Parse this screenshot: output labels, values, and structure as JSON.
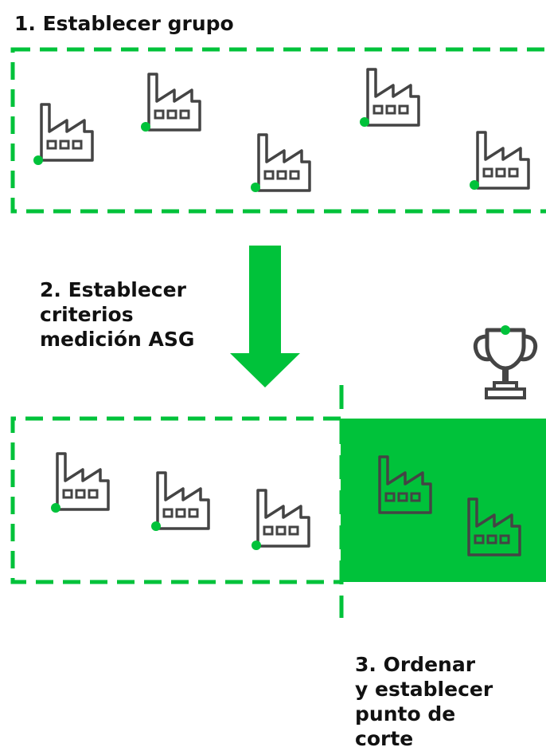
{
  "steps": {
    "step1": {
      "label": "1. Establecer grupo"
    },
    "step2": {
      "lines": [
        "2. Establecer",
        "criterios",
        "medición ASG"
      ]
    },
    "step3": {
      "lines": [
        "3. Ordenar",
        "y establecer",
        "punto de",
        "corte"
      ]
    }
  },
  "colors": {
    "accent": "#00c23a",
    "icon_stroke": "#444444",
    "text": "#111111"
  },
  "icons": {
    "factory": "factory-icon",
    "trophy": "trophy-icon"
  }
}
